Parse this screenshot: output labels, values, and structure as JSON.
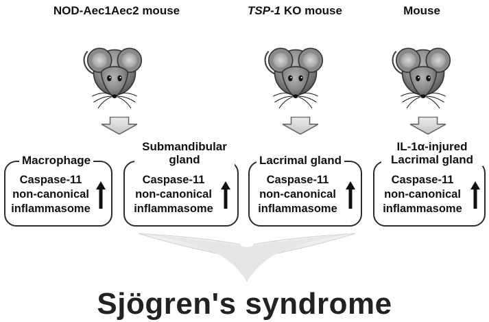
{
  "models": [
    {
      "label": "NOD-Aec1Aec2 mouse",
      "italic_part": "",
      "rest": "NOD-Aec1Aec2 mouse"
    },
    {
      "label": "TSP-1 KO mouse",
      "italic_part": "TSP-1",
      "rest": " KO mouse"
    },
    {
      "label": "Mouse",
      "italic_part": "",
      "rest": "Mouse"
    }
  ],
  "boxes": [
    {
      "title_line1": "Macrophage",
      "title_line2": "",
      "body": [
        "Caspase-11",
        "non-canonical",
        "inflammasome"
      ],
      "change": "up"
    },
    {
      "title_line1": "Submandibular",
      "title_line2": "gland",
      "body": [
        "Caspase-11",
        "non-canonical",
        "inflammasome"
      ],
      "change": "up"
    },
    {
      "title_line1": "Lacrimal gland",
      "title_line2": "",
      "body": [
        "Caspase-11",
        "non-canonical",
        "inflammasome"
      ],
      "change": "up"
    },
    {
      "title_line1": "IL-1α-injured",
      "title_line2": "Lacrimal gland",
      "body": [
        "Caspase-11",
        "non-canonical",
        "inflammasome"
      ],
      "change": "up"
    }
  ],
  "outcome": "Sjögren's syndrome",
  "colors": {
    "mouse_body": "#8c8c8c",
    "mouse_ear_inner": "#c9c9c9",
    "arrow_fill": "#d9d9d9",
    "box_border": "#2a2a2a"
  }
}
